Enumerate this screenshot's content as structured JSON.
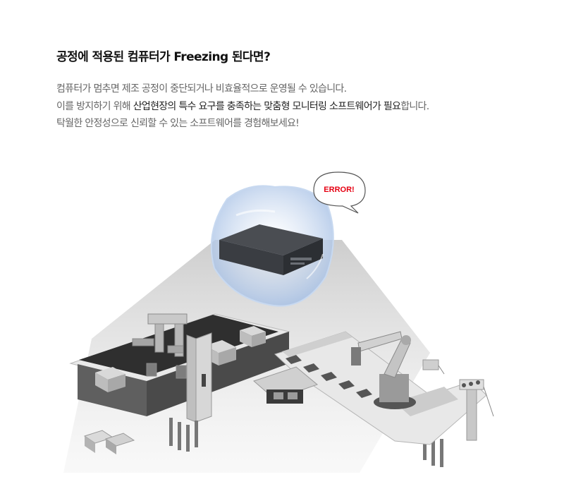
{
  "header": {
    "title": "공정에 적용된 컴퓨터가 Freezing 된다면?"
  },
  "description": {
    "line1": "컴퓨터가 멈추면 제조 공정이 중단되거나 비효율적으로 운영될 수 있습니다.",
    "line2_pre": "이를 방지하기 위해 ",
    "line2_highlight": "산업현장의 특수 요구를 충족하는 맞춤형 모니터링 소프트웨어가 필요",
    "line2_post": "합니다.",
    "line3": "탁월한 안정성으로 신뢰할 수 있는 소프트웨어를 경험해보세요!"
  },
  "illustration": {
    "error_bubble": "ERROR!",
    "colors": {
      "error_text": "#e60012",
      "ice": "#a9c4e8",
      "computer": "#3a3d42"
    }
  }
}
